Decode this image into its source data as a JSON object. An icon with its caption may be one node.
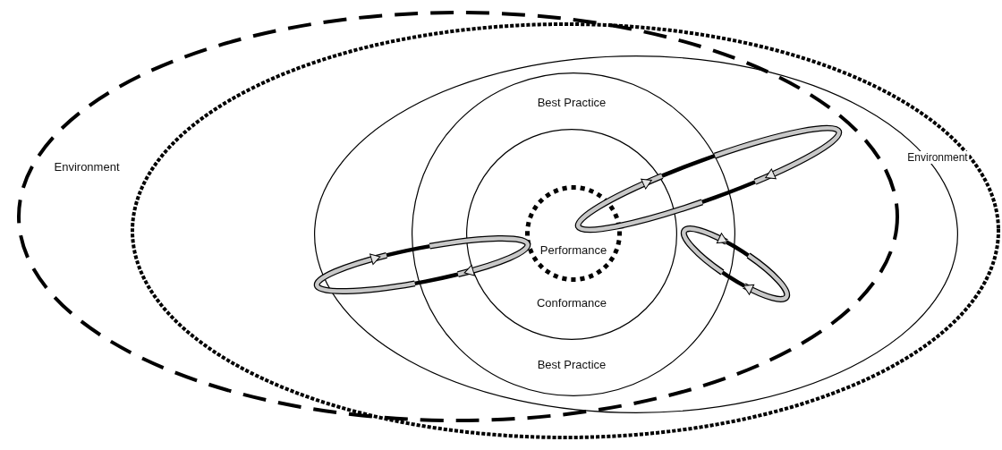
{
  "diagram": {
    "nodes": [
      {
        "text": [
          "Environment"
        ]
      },
      {
        "text": [
          "Environment"
        ]
      },
      {
        "text": [],
        "shape": "ellipse",
        "in": 1
      },
      {
        "text": [
          "Best Practice",
          "Best Practice"
        ],
        "in": 2
      },
      {
        "text": [
          "Conformance"
        ],
        "in": 3
      },
      {
        "text": [
          "Performance"
        ],
        "in": 4
      }
    ]
  }
}
